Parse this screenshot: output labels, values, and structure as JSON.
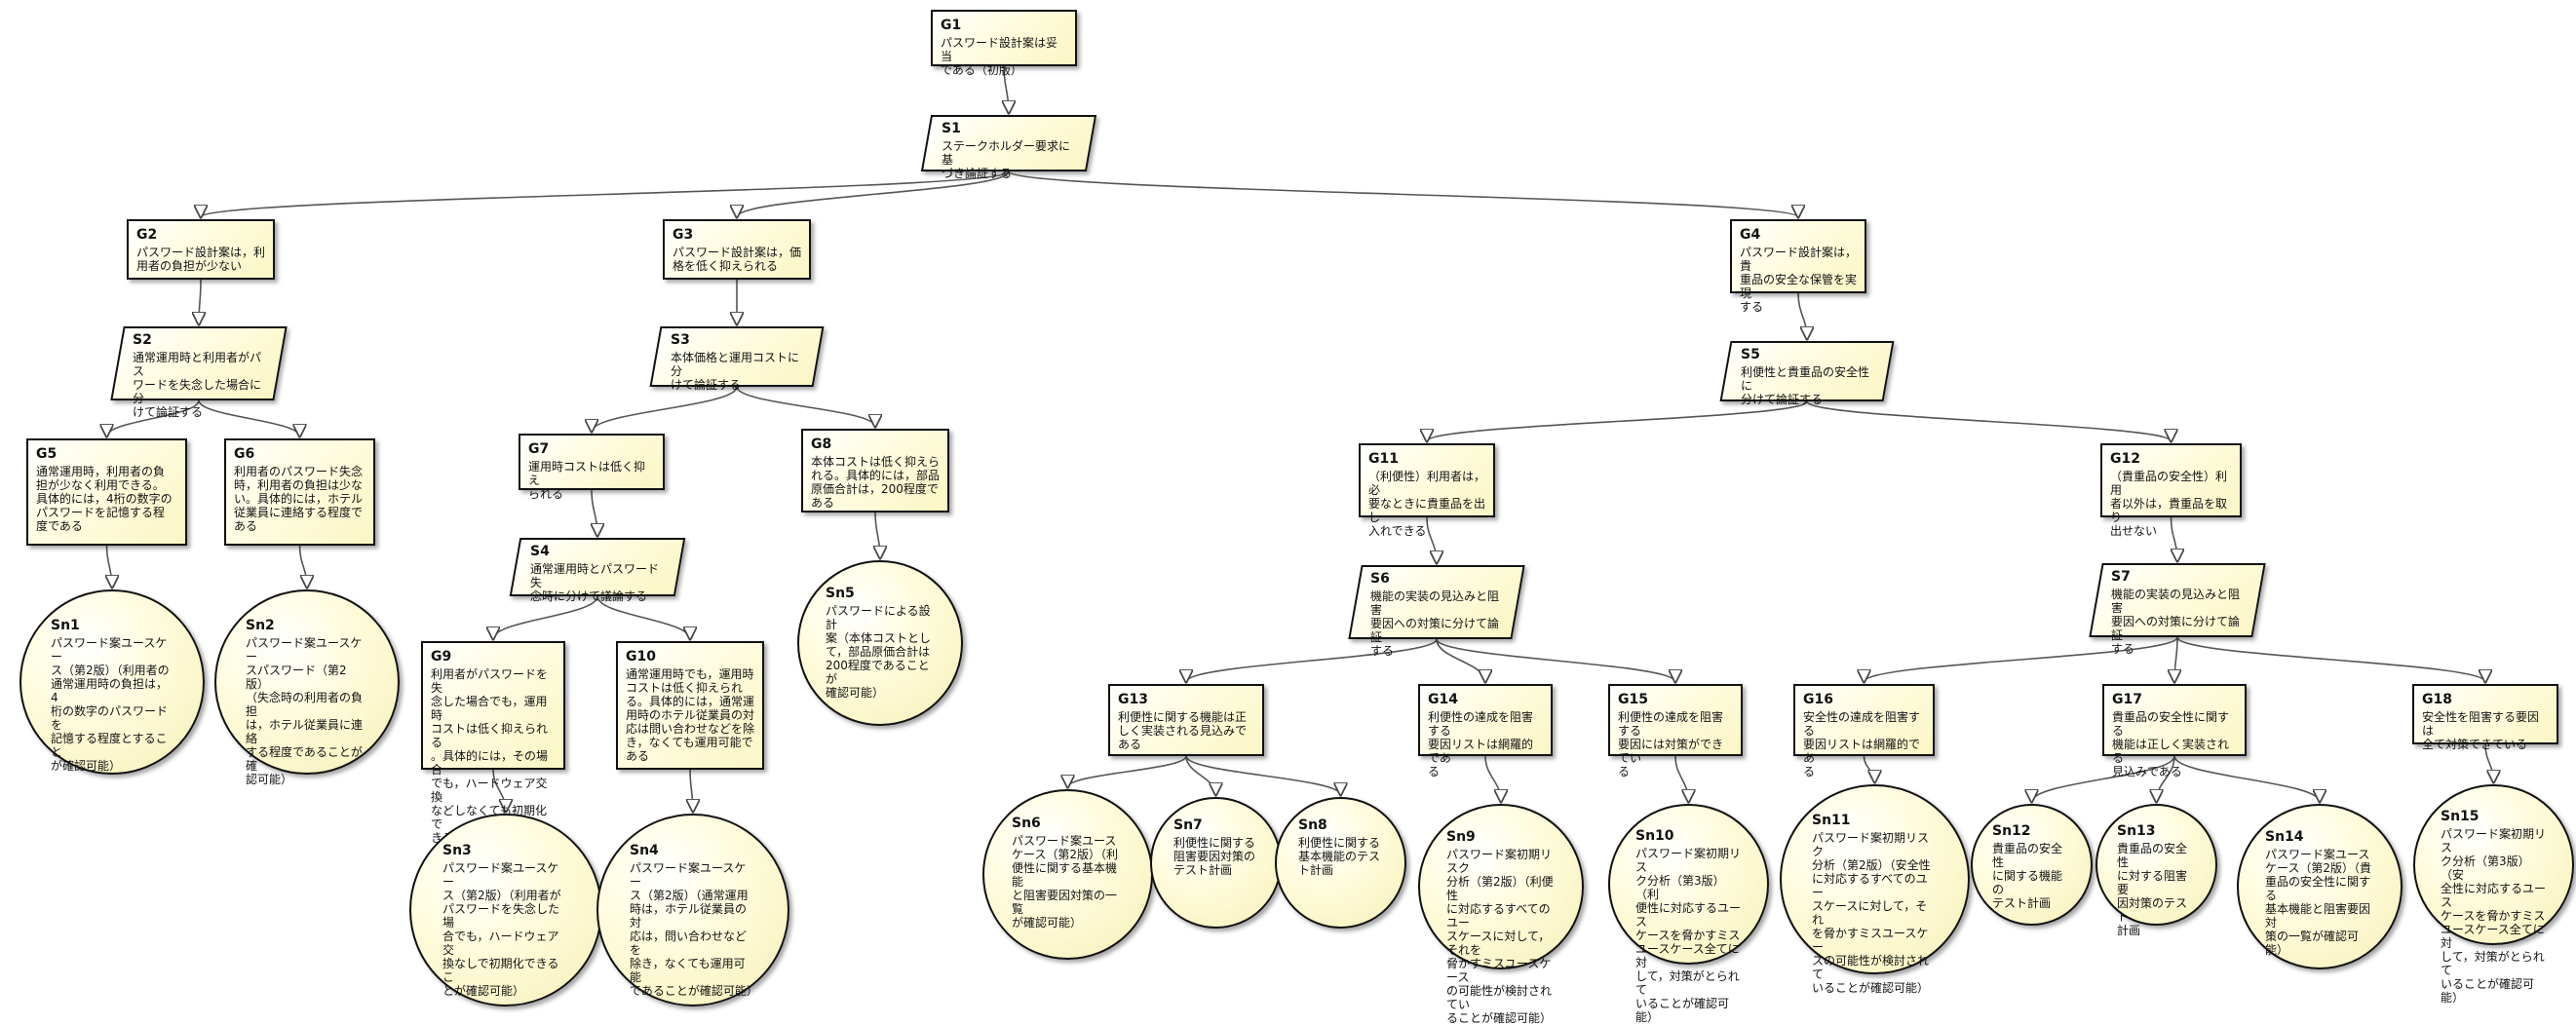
{
  "nodes": [
    {
      "key": "g1",
      "id": "G1",
      "text": "パスワード設計案は妥当\nである（初版）"
    },
    {
      "key": "s1",
      "id": "S1",
      "text": "ステークホルダー要求に基\nづき論証する"
    },
    {
      "key": "g2",
      "id": "G2",
      "text": "パスワード設計案は，利\n用者の負担が少ない"
    },
    {
      "key": "g3",
      "id": "G3",
      "text": "パスワード設計案は，価\n格を低く抑えられる"
    },
    {
      "key": "g4",
      "id": "G4",
      "text": "パスワード設計案は，貴\n重品の安全な保管を実現\nする"
    },
    {
      "key": "s2",
      "id": "S2",
      "text": "通常運用時と利用者がパス\nワードを失念した場合に分\nけて論証する"
    },
    {
      "key": "s3",
      "id": "S3",
      "text": "本体価格と運用コストに分\nけて論証する"
    },
    {
      "key": "s5",
      "id": "S5",
      "text": "利便性と貴重品の安全性に\n分けて論証する"
    },
    {
      "key": "g5",
      "id": "G5",
      "text": "通常運用時，利用者の負\n担が少なく利用できる。\n具体的には，4桁の数字の\nパスワードを記憶する程\n度である"
    },
    {
      "key": "g6",
      "id": "G6",
      "text": "利用者のパスワード失念\n時，利用者の負担は少な\nい。具体的には，ホテル\n従業員に連絡する程度で\nある"
    },
    {
      "key": "g7",
      "id": "G7",
      "text": "運用時コストは低く抑え\nられる"
    },
    {
      "key": "g8",
      "id": "G8",
      "text": "本体コストは低く抑えら\nれる。具体的には，部品\n原価合計は，200程度で\nある"
    },
    {
      "key": "g11",
      "id": "G11",
      "text": "（利便性）利用者は，必\n要なときに貴重品を出し\n入れできる"
    },
    {
      "key": "g12",
      "id": "G12",
      "text": "（貴重品の安全性）利用\n者以外は，貴重品を取り\n出せない"
    },
    {
      "key": "sn1",
      "id": "Sn1",
      "text": "パスワード案ユースケー\nス（第2版）（利用者の\n通常運用時の負担は，4\n桁の数字のパスワードを\n記憶する程度とすること\nが確認可能）"
    },
    {
      "key": "sn2",
      "id": "Sn2",
      "text": "パスワード案ユースケー\nスパスワード（第2版）\n（失念時の利用者の負担\nは，ホテル従業員に連絡\nする程度であることが確\n認可能）"
    },
    {
      "key": "s4",
      "id": "S4",
      "text": "通常運用時とパスワード失\n念時に分けて議論する"
    },
    {
      "key": "sn5",
      "id": "Sn5",
      "text": "パスワードによる設計\n案（本体コストとし\nて，部品原価合計は\n200程度であることが\n確認可能）"
    },
    {
      "key": "s6",
      "id": "S6",
      "text": "機能の実装の見込みと阻害\n要因への対策に分けて論証\nする"
    },
    {
      "key": "s7",
      "id": "S7",
      "text": "機能の実装の見込みと阻害\n要因への対策に分けて論証\nする"
    },
    {
      "key": "g9",
      "id": "G9",
      "text": "利用者がパスワードを失\n念した場合でも，運用時\nコストは低く抑えられる\n。具体的には，その場合\nでも，ハードウェア交換\nなどしなくても初期化で\nきる"
    },
    {
      "key": "g10",
      "id": "G10",
      "text": "通常運用時でも，運用時\nコストは低く抑えられ\nる。具体的には，通常運\n用時のホテル従業員の対\n応は問い合わせなどを除\nき，なくても運用可能で\nある"
    },
    {
      "key": "g13",
      "id": "G13",
      "text": "利便性に関する機能は正\nしく実装される見込みで\nある"
    },
    {
      "key": "g14",
      "id": "G14",
      "text": "利便性の達成を阻害する\n要因リストは網羅的であ\nる"
    },
    {
      "key": "g15",
      "id": "G15",
      "text": "利便性の達成を阻害する\n要因には対策ができてい\nる"
    },
    {
      "key": "g16",
      "id": "G16",
      "text": "安全性の達成を阻害する\n要因リストは網羅的であ\nる"
    },
    {
      "key": "g17",
      "id": "G17",
      "text": "貴重品の安全性に関する\n機能は正しく実装される\n見込みである"
    },
    {
      "key": "g18",
      "id": "G18",
      "text": "安全性を阻害する要因は\n全て対策できている"
    },
    {
      "key": "sn3",
      "id": "Sn3",
      "text": "パスワード案ユースケー\nス（第2版）（利用者が\nパスワードを失念した場\n合でも，ハードウェア交\n換なしで初期化できるこ\nとが確認可能）"
    },
    {
      "key": "sn4",
      "id": "Sn4",
      "text": "パスワード案ユースケー\nス（第2版）（通常運用\n時は，ホテル従業員の対\n応は，問い合わせなどを\n除き，なくても運用可能\nであることが確認可能）"
    },
    {
      "key": "sn6",
      "id": "Sn6",
      "text": "パスワード案ユース\nケース（第2版）（利\n便性に関する基本機能\nと阻害要因対策の一覧\nが確認可能）"
    },
    {
      "key": "sn7",
      "id": "Sn7",
      "text": "利便性に関する\n阻害要因対策の\nテスト計画"
    },
    {
      "key": "sn8",
      "id": "Sn8",
      "text": "利便性に関する\n基本機能のテス\nト計画"
    },
    {
      "key": "sn9",
      "id": "Sn9",
      "text": "パスワード案初期リスク\n分析（第2版）（利便性\nに対応するすべてのユー\nスケースに対して，それを\n脅かすミスユースケース\nの可能性が検討されてい\nることが確認可能）"
    },
    {
      "key": "sn10",
      "id": "Sn10",
      "text": "パスワード案初期リス\nク分析（第3版）（利\n便性に対応するユース\nケースを脅かすミス\nユースケース全てに対\nして，対策がとられて\nいることが確認可能）"
    },
    {
      "key": "sn11",
      "id": "Sn11",
      "text": "パスワード案初期リスク\n分析（第2版）（安全性\nに対応するすべてのユー\nスケースに対して，それ\nを脅かすミスユースケー\nスの可能性が検討されて\nいることが確認可能）"
    },
    {
      "key": "sn12",
      "id": "Sn12",
      "text": "貴重品の安全性\nに関する機能の\nテスト計画"
    },
    {
      "key": "sn13",
      "id": "Sn13",
      "text": "貴重品の安全性\nに対する阻害要\n因対策のテスト\n計画"
    },
    {
      "key": "sn14",
      "id": "Sn14",
      "text": "パスワード案ユース\nケース（第2版）（貴\n重品の安全性に関する\n基本機能と阻害要因対\n策の一覧が確認可能）"
    },
    {
      "key": "sn15",
      "id": "Sn15",
      "text": "パスワード案初期リス\nク分析（第3版）（安\n全性に対応するユース\nケースを脅かすミス\nユースケース全てに対\nして，対策がとられて\nいることが確認可能）"
    }
  ]
}
